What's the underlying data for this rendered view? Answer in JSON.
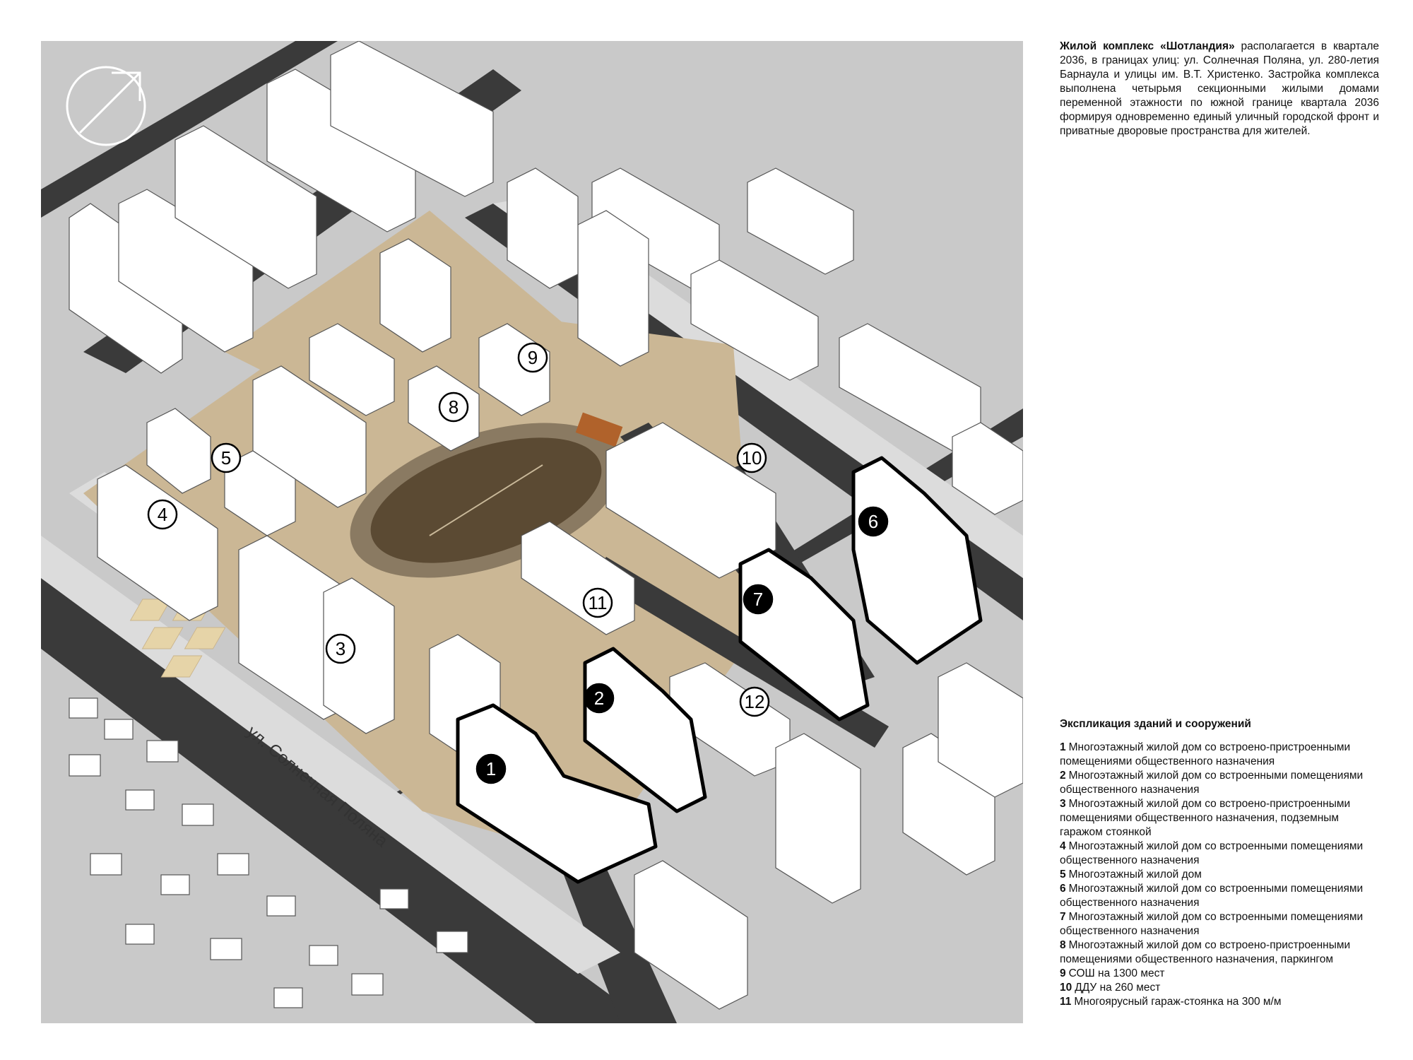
{
  "description": {
    "name": "Жилой комплекс «Шотландия»",
    "text": " располагается в квартале 2036, в границах улиц: ул. Солнечная Поляна, ул. 280-летия Барнаула и улицы им. В.Т. Христенко. Застройка комплекса выполнена четырьмя секционными жилыми домами переменной этажности по южной границе квартала 2036 формируя одновременно единый уличный городской фронт и приватные дворовые пространства для жителей."
  },
  "map": {
    "street_label": "ул. Солнечная Поляна",
    "markers": [
      {
        "label": "1",
        "style": "filled"
      },
      {
        "label": "2",
        "style": "filled"
      },
      {
        "label": "3",
        "style": "outline"
      },
      {
        "label": "4",
        "style": "outline"
      },
      {
        "label": "5",
        "style": "outline"
      },
      {
        "label": "6",
        "style": "filled"
      },
      {
        "label": "7",
        "style": "filled"
      },
      {
        "label": "8",
        "style": "outline"
      },
      {
        "label": "9",
        "style": "outline"
      },
      {
        "label": "10",
        "style": "outline"
      },
      {
        "label": "11",
        "style": "outline"
      },
      {
        "label": "12",
        "style": "outline"
      }
    ],
    "colors": {
      "background": "#c9c9c9",
      "road": "#3a3a3a",
      "sidewalk": "#dcdcdc",
      "yard": "#cbb795",
      "building": "#ffffff",
      "field": "#5b4a33",
      "track": "#8a7a62",
      "court": "#b0622b"
    },
    "north_arrow_icon": "north-arrow-icon"
  },
  "legend": {
    "title": "Экспликация зданий и сооружений",
    "items": [
      {
        "num": "1",
        "text": "Многоэтажный жилой дом со встроено-пристроенными помещениями общественного назначения"
      },
      {
        "num": "2",
        "text": "Многоэтажный жилой дом со встроенными помещениями общественного назначения"
      },
      {
        "num": "3",
        "text": "Многоэтажный жилой дом со встроено-пристроенными помещениями общественного назначения, подземным гаражом стоянкой"
      },
      {
        "num": "4",
        "text": "Многоэтажный жилой дом со встроенными помещениями общественного назначения"
      },
      {
        "num": "5",
        "text": "Многоэтажный жилой дом"
      },
      {
        "num": "6",
        "text": "Многоэтажный жилой дом со встроенными помещениями общественного назначения"
      },
      {
        "num": "7",
        "text": "Многоэтажный жилой дом со встроенными помещениями общественного назначения"
      },
      {
        "num": "8",
        "text": "Многоэтажный жилой дом со встроено-пристроенными помещениями общественного назначения, паркингом"
      },
      {
        "num": "9",
        "text": "СОШ на 1300 мест"
      },
      {
        "num": "10",
        "text": "ДДУ на 260 мест"
      },
      {
        "num": "11",
        "text": "Многоярусный гараж-стоянка на 300 м/м"
      }
    ]
  }
}
